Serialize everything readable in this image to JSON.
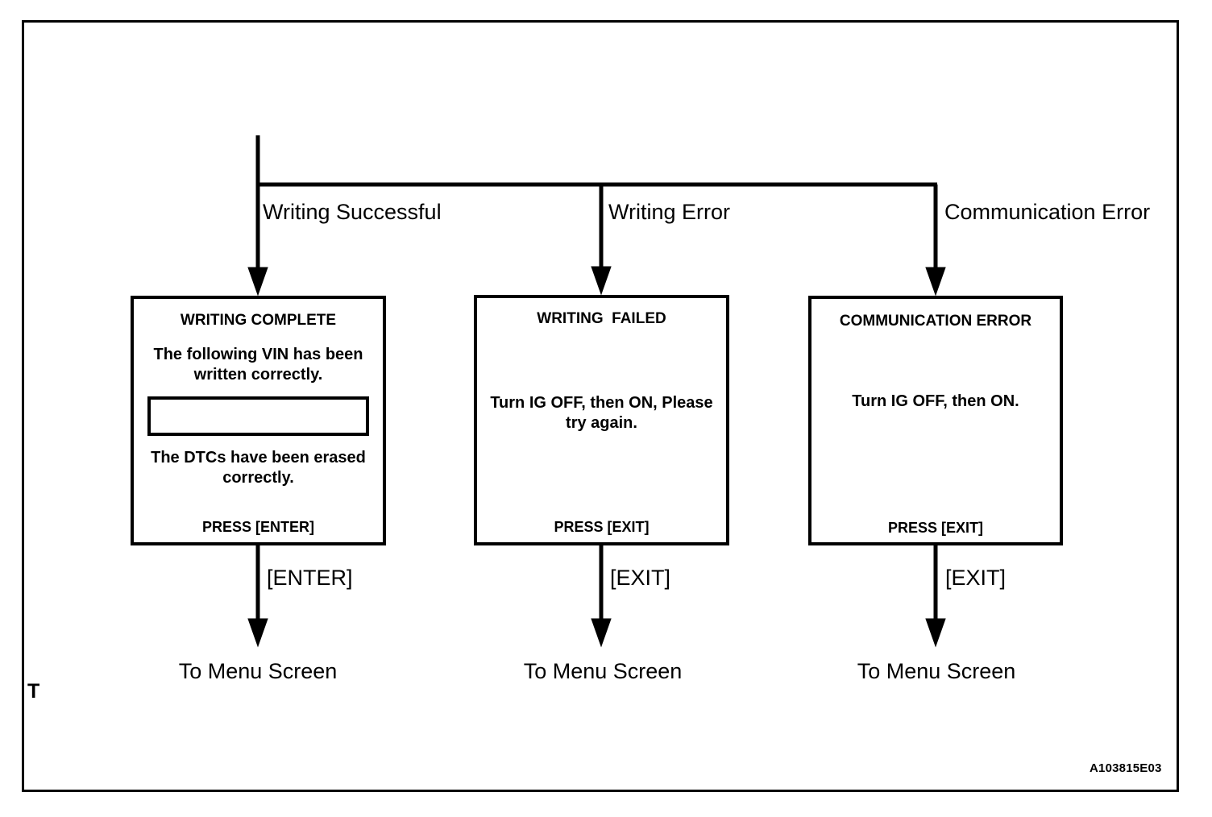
{
  "page": {
    "corner_mark": "T",
    "part_number": "A103815E03"
  },
  "flow": {
    "branches": [
      {
        "label": "Writing Successful"
      },
      {
        "label": "Writing Error"
      },
      {
        "label": "Communication Error"
      }
    ],
    "key_labels": [
      {
        "label": "[ENTER]"
      },
      {
        "label": "[EXIT]"
      },
      {
        "label": "[EXIT]"
      }
    ],
    "terminals": [
      {
        "label": "To Menu Screen"
      },
      {
        "label": "To Menu Screen"
      },
      {
        "label": "To Menu Screen"
      }
    ]
  },
  "screens": [
    {
      "title": "WRITING COMPLETE",
      "body_a": "The following VIN has been written correctly.",
      "vin_value": "",
      "body_b": "The DTCs have been erased correctly.",
      "footer": "PRESS [ENTER]"
    },
    {
      "title": "WRITING  FAILED",
      "body_a": "Turn IG OFF, then ON, Please try again.",
      "footer": "PRESS [EXIT]"
    },
    {
      "title": "COMMUNICATION ERROR",
      "body_a": "Turn IG OFF, then ON.",
      "footer": "PRESS [EXIT]"
    }
  ],
  "colors": {
    "ink": "#000000",
    "paper": "#ffffff"
  }
}
